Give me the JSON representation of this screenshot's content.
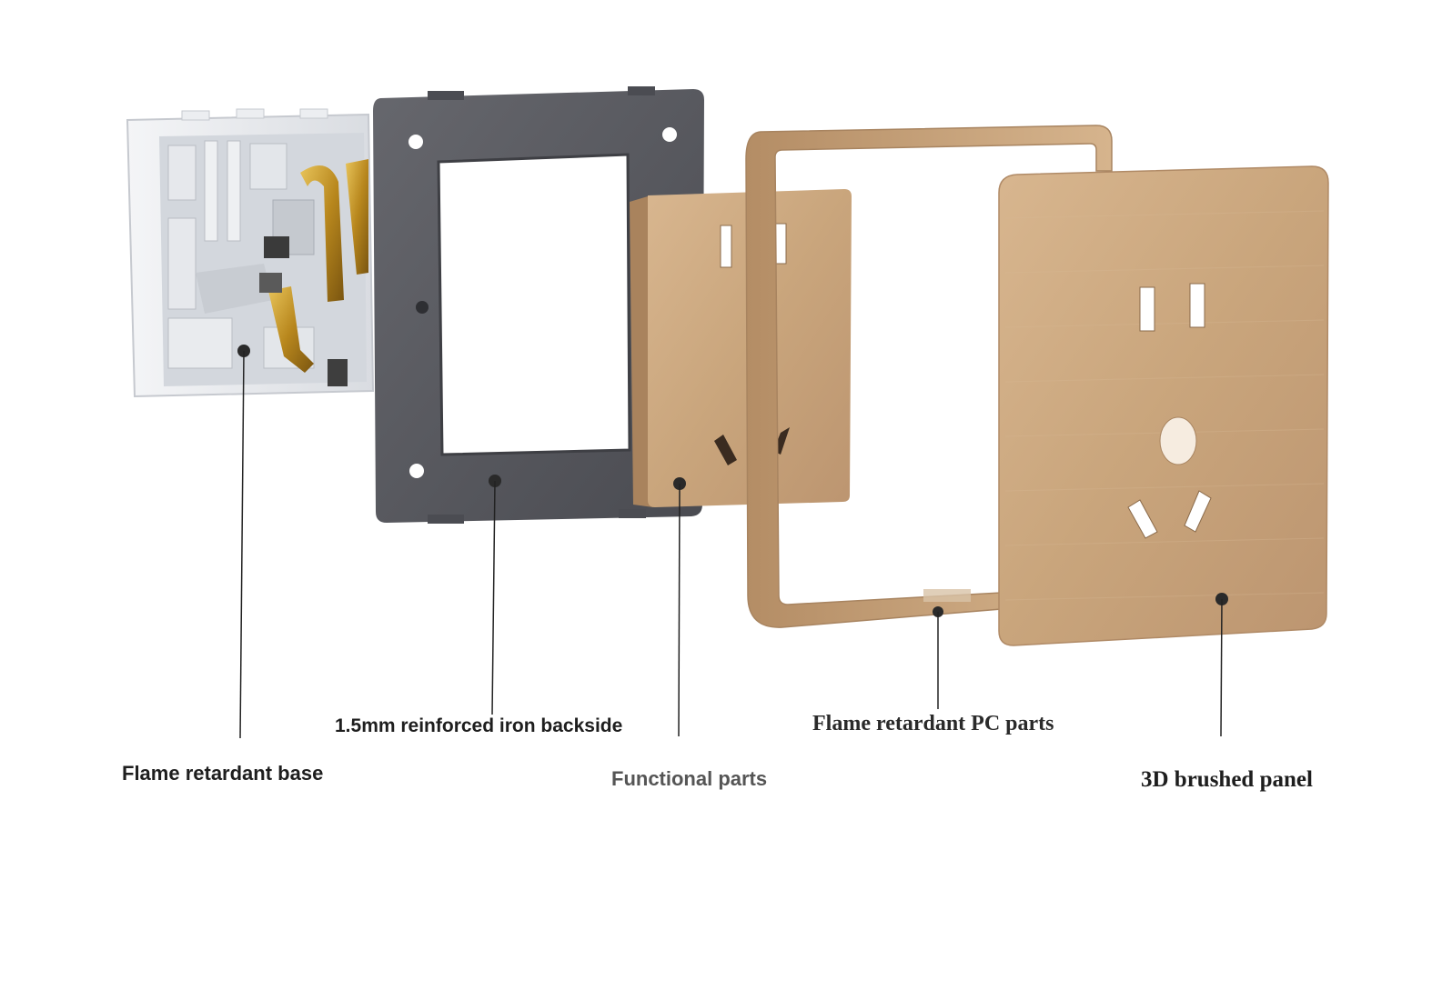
{
  "image": {
    "subject": "exploded-view-wall-socket",
    "colors": {
      "background": "#ffffff",
      "base_white": "#e9ebee",
      "frame_gray": "#55565c",
      "panel_gold": "#c9a57c",
      "brass": "#c99a2a",
      "leader_line": "#222222"
    }
  },
  "labels": {
    "base": "Flame retardant base",
    "iron": "1.5mm reinforced iron backside",
    "functional": "Functional parts",
    "pc": "Flame retardant PC parts",
    "panel": "3D brushed panel"
  }
}
